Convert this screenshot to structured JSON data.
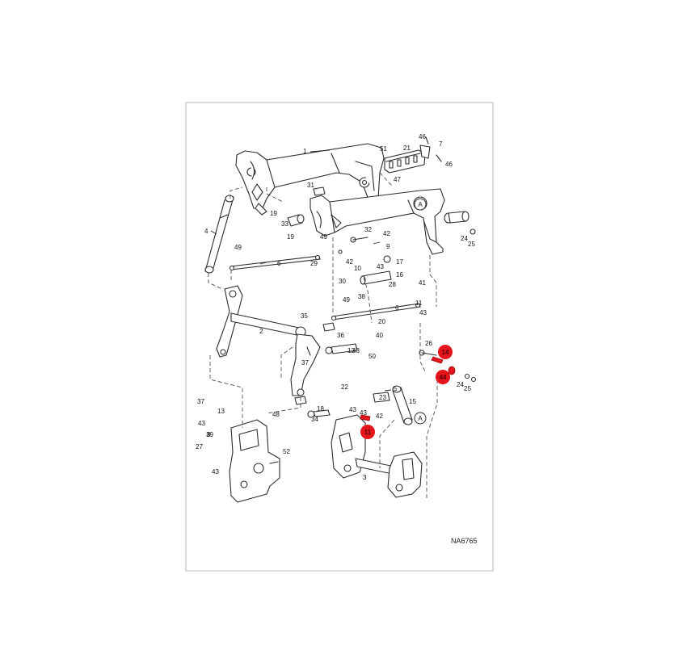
{
  "drawing": {
    "code": "NA6765",
    "colors": {
      "frame": "#b5b5b5",
      "line": "#2b2b2b",
      "fill": "#ffffff",
      "highlight": "#e6141b"
    },
    "callouts": [
      {
        "id": "c1",
        "text": "1"
      },
      {
        "id": "c2",
        "text": "2"
      },
      {
        "id": "c3",
        "text": "3"
      },
      {
        "id": "c4",
        "text": "4"
      },
      {
        "id": "c5",
        "text": "5"
      },
      {
        "id": "c6a",
        "text": "6"
      },
      {
        "id": "c6b",
        "text": "6"
      },
      {
        "id": "c7",
        "text": "7"
      },
      {
        "id": "c8",
        "text": "8"
      },
      {
        "id": "c9",
        "text": "9"
      },
      {
        "id": "c10",
        "text": "10"
      },
      {
        "id": "c11a",
        "text": "11"
      },
      {
        "id": "c12",
        "text": "12"
      },
      {
        "id": "c13",
        "text": "13"
      },
      {
        "id": "c15",
        "text": "15"
      },
      {
        "id": "c16",
        "text": "16"
      },
      {
        "id": "c17",
        "text": "17"
      },
      {
        "id": "c18",
        "text": "18"
      },
      {
        "id": "c19a",
        "text": "19"
      },
      {
        "id": "c19b",
        "text": "19"
      },
      {
        "id": "c20",
        "text": "20"
      },
      {
        "id": "c21",
        "text": "21"
      },
      {
        "id": "c22",
        "text": "22"
      },
      {
        "id": "c23",
        "text": "23"
      },
      {
        "id": "c24a",
        "text": "24"
      },
      {
        "id": "c24b",
        "text": "24"
      },
      {
        "id": "c25a",
        "text": "25"
      },
      {
        "id": "c25b",
        "text": "25"
      },
      {
        "id": "c26",
        "text": "26"
      },
      {
        "id": "c27",
        "text": "27"
      },
      {
        "id": "c28",
        "text": "28"
      },
      {
        "id": "c29",
        "text": "29"
      },
      {
        "id": "c30",
        "text": "30"
      },
      {
        "id": "c31",
        "text": "31"
      },
      {
        "id": "c32",
        "text": "32"
      },
      {
        "id": "c33",
        "text": "33"
      },
      {
        "id": "c34",
        "text": "34"
      },
      {
        "id": "c35",
        "text": "35"
      },
      {
        "id": "c36",
        "text": "36"
      },
      {
        "id": "c37a",
        "text": "37"
      },
      {
        "id": "c37b",
        "text": "37"
      },
      {
        "id": "c38",
        "text": "38"
      },
      {
        "id": "c39",
        "text": "39"
      },
      {
        "id": "c40",
        "text": "40"
      },
      {
        "id": "c41",
        "text": "41"
      },
      {
        "id": "c42a",
        "text": "42"
      },
      {
        "id": "c42b",
        "text": "42"
      },
      {
        "id": "c42c",
        "text": "42"
      },
      {
        "id": "c43a",
        "text": "43"
      },
      {
        "id": "c43b",
        "text": "43"
      },
      {
        "id": "c43c",
        "text": "43"
      },
      {
        "id": "c43d",
        "text": "43"
      },
      {
        "id": "c43e",
        "text": "43"
      },
      {
        "id": "c43f",
        "text": "43"
      },
      {
        "id": "c43g",
        "text": "43"
      },
      {
        "id": "c46a",
        "text": "46"
      },
      {
        "id": "c46b",
        "text": "46"
      },
      {
        "id": "c47",
        "text": "47"
      },
      {
        "id": "c48",
        "text": "48"
      },
      {
        "id": "c49a",
        "text": "49"
      },
      {
        "id": "c49b",
        "text": "49"
      },
      {
        "id": "c49c",
        "text": "49"
      },
      {
        "id": "c50",
        "text": "50"
      },
      {
        "id": "c51",
        "text": "51"
      },
      {
        "id": "c52",
        "text": "52"
      }
    ],
    "highlighted_callouts": [
      {
        "id": "h14",
        "text": "14"
      },
      {
        "id": "h44",
        "text": "44"
      },
      {
        "id": "h11",
        "text": "11"
      }
    ],
    "reference_markers": [
      {
        "id": "ra1",
        "text": "A"
      },
      {
        "id": "ra2",
        "text": "A"
      }
    ]
  }
}
